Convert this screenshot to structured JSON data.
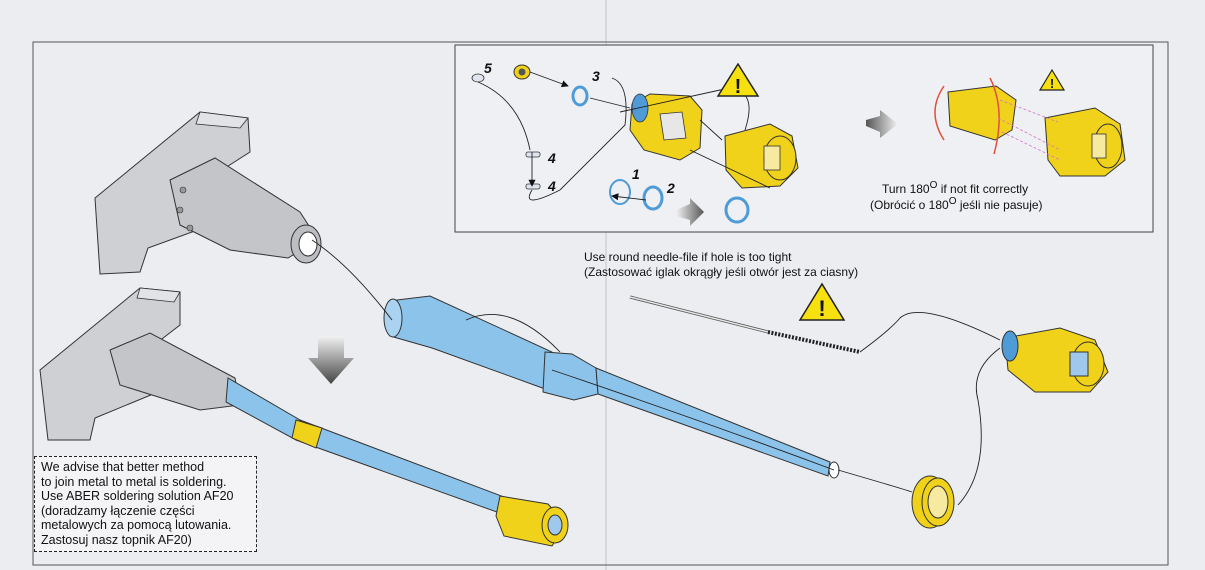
{
  "colors": {
    "paper": "#ecedf1",
    "barrel_blue": "#8cc3ea",
    "part_yellow": "#f1d21a",
    "ring_blue": "#4f9bd8",
    "mount_grey": "#cfd0d3",
    "warning_yellow": "#f6e00f",
    "rotate_arrow_red": "#e2503b"
  },
  "labels": {
    "n1": "1",
    "n2": "2",
    "n3": "3",
    "n4a": "4",
    "n4b": "4",
    "n5": "5"
  },
  "turn_note": {
    "line1_pre": "Turn 180",
    "line1_deg": "O",
    "line1_post": " if not fit correctly",
    "line2_pre": "(Obrócić  o 180",
    "line2_deg": "O",
    "line2_post": " jeśli nie pasuje)"
  },
  "needle_note": {
    "line1": "Use round needle-file if hole is too tight",
    "line2": "(Zastosować iglak okrągły jeśli otwór jest za ciasny)"
  },
  "solder_note": {
    "lines": [
      "We advise that better method",
      "to join metal to metal is soldering.",
      "Use ABER soldering solution AF20",
      "(doradzamy łączenie części",
      "metalowych za pomocą lutowania.",
      "Zastosuj nasz topnik AF20)"
    ]
  },
  "warning_symbol": "!"
}
